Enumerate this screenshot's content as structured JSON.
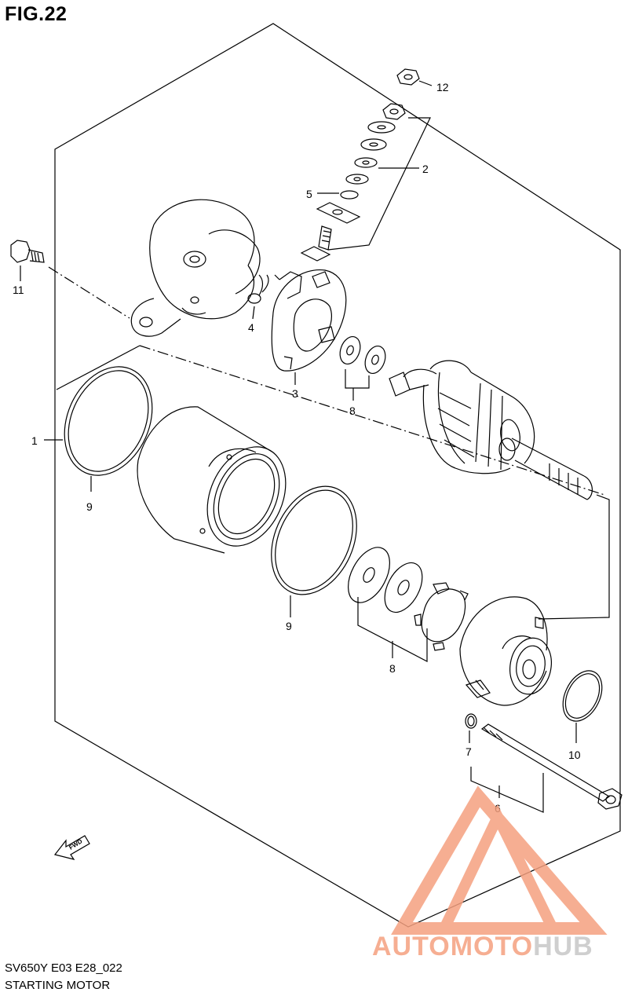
{
  "figure": {
    "title": "FIG.22",
    "model_code": "SV650Y E03 E28_022",
    "section_name": "STARTING MOTOR"
  },
  "direction_marker": "FWD",
  "callouts": [
    {
      "id": "c12",
      "label": "12",
      "part": "nut"
    },
    {
      "id": "c2",
      "label": "2",
      "part": "washer-set"
    },
    {
      "id": "c5",
      "label": "5",
      "part": "o-ring"
    },
    {
      "id": "c11",
      "label": "11",
      "part": "bolt"
    },
    {
      "id": "c4",
      "label": "4",
      "part": "brush-spring"
    },
    {
      "id": "c3",
      "label": "3",
      "part": "brush-holder"
    },
    {
      "id": "c8a",
      "label": "8",
      "part": "washer-set"
    },
    {
      "id": "c1",
      "label": "1",
      "part": "starting-motor-assy"
    },
    {
      "id": "c9a",
      "label": "9",
      "part": "o-ring"
    },
    {
      "id": "c9b",
      "label": "9",
      "part": "o-ring"
    },
    {
      "id": "c8b",
      "label": "8",
      "part": "washer-set"
    },
    {
      "id": "c7",
      "label": "7",
      "part": "o-ring"
    },
    {
      "id": "c10",
      "label": "10",
      "part": "o-ring"
    },
    {
      "id": "c6",
      "label": "6",
      "part": "screw-set"
    }
  ],
  "watermark": {
    "part1": "AUTOMOTO",
    "part2": "HUB",
    "color_primary": "#f5a07f",
    "color_secondary": "#c7c7c7"
  }
}
